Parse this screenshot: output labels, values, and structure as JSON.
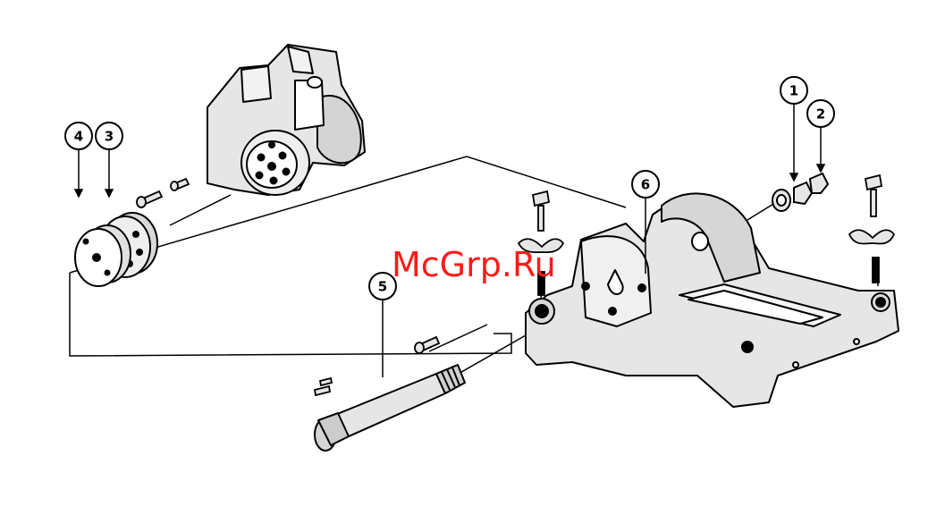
{
  "watermark": "McGrp.Ru",
  "callouts": [
    "1",
    "2",
    "3",
    "4",
    "5",
    "6"
  ],
  "colors": {
    "line": "#000000",
    "part_fill": "#e6e6e6",
    "watermark": "#ff1a1a",
    "background": "#ffffff"
  }
}
